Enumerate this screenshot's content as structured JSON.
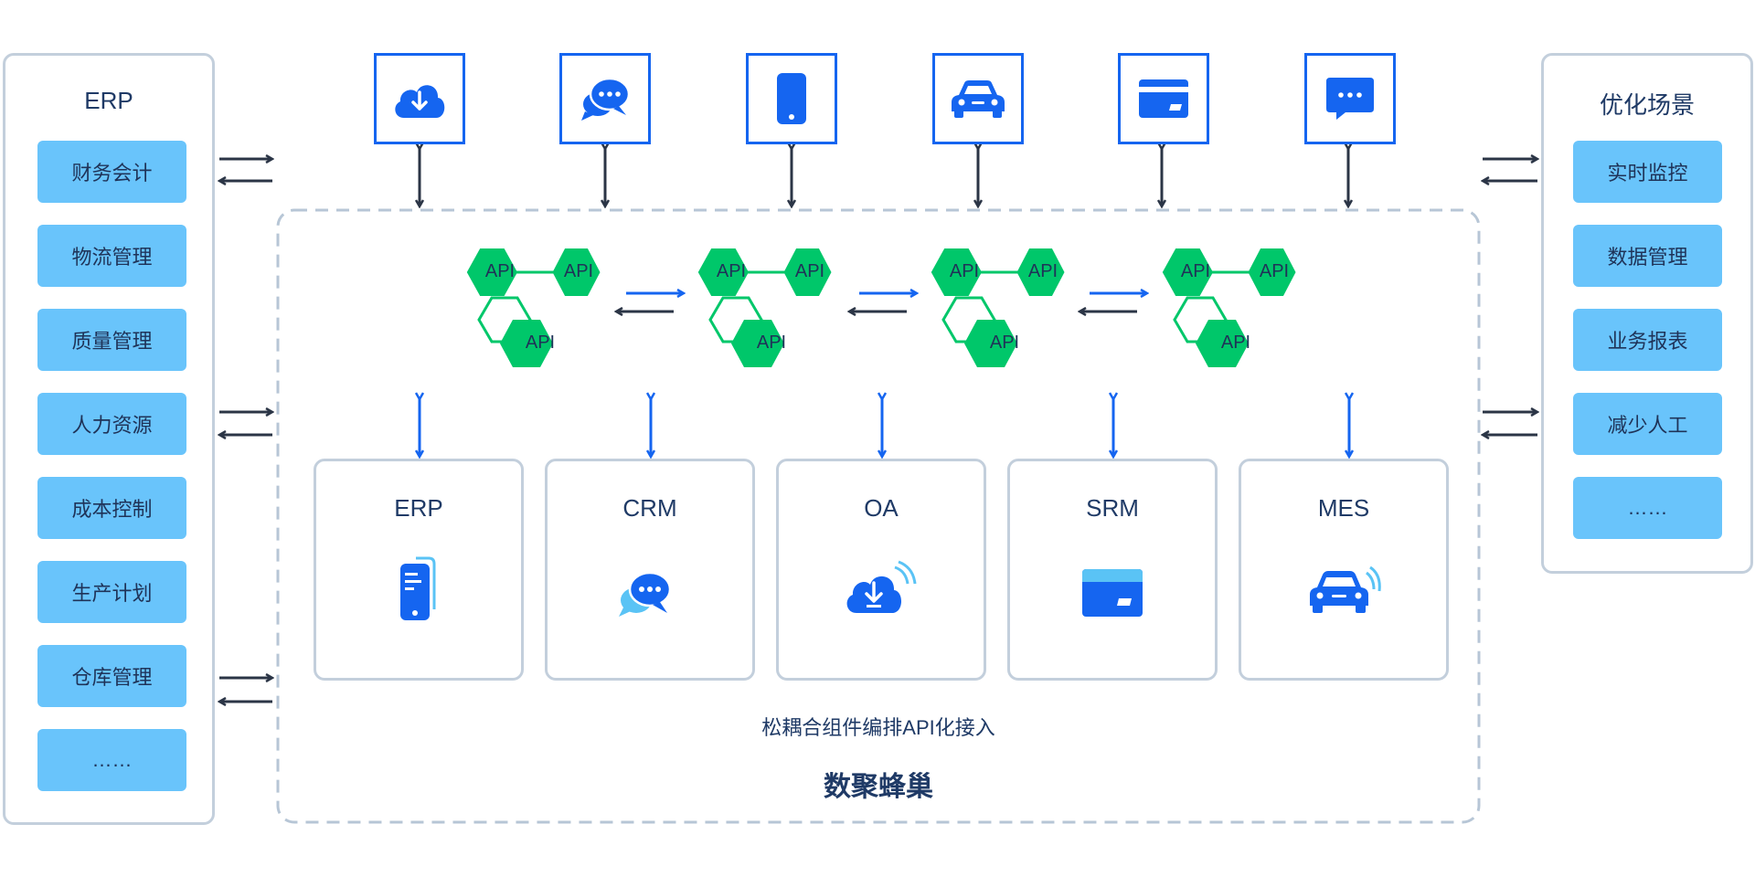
{
  "left_panel": {
    "title": "ERP",
    "items": [
      "财务会计",
      "物流管理",
      "质量管理",
      "人力资源",
      "成本控制",
      "生产计划",
      "仓库管理",
      "……"
    ]
  },
  "right_panel": {
    "title": "优化场景",
    "items": [
      "实时监控",
      "数据管理",
      "业务报表",
      "减少人工",
      "……"
    ]
  },
  "top_icons": [
    "cloud-download-icon",
    "chat-bubbles-icon",
    "mobile-phone-icon",
    "car-icon",
    "card-icon",
    "message-icon"
  ],
  "api_clusters": [
    [
      "API",
      "API",
      "API"
    ],
    [
      "API",
      "API",
      "API"
    ],
    [
      "API",
      "API",
      "API"
    ],
    [
      "API",
      "API",
      "API"
    ]
  ],
  "systems": [
    {
      "name": "ERP",
      "icon": "mobile-phone-icon"
    },
    {
      "name": "CRM",
      "icon": "chat-bubbles-icon"
    },
    {
      "name": "OA",
      "icon": "cloud-download-icon"
    },
    {
      "name": "SRM",
      "icon": "card-icon"
    },
    {
      "name": "MES",
      "icon": "car-icon"
    }
  ],
  "hub": {
    "caption": "松耦合组件编排API化接入",
    "name": "数聚蜂巢"
  },
  "colors": {
    "blue": "#1565f0",
    "light_blue": "#69c4fb",
    "green": "#00c76a",
    "navy": "#1f3a66",
    "border": "#c3cfdc"
  }
}
